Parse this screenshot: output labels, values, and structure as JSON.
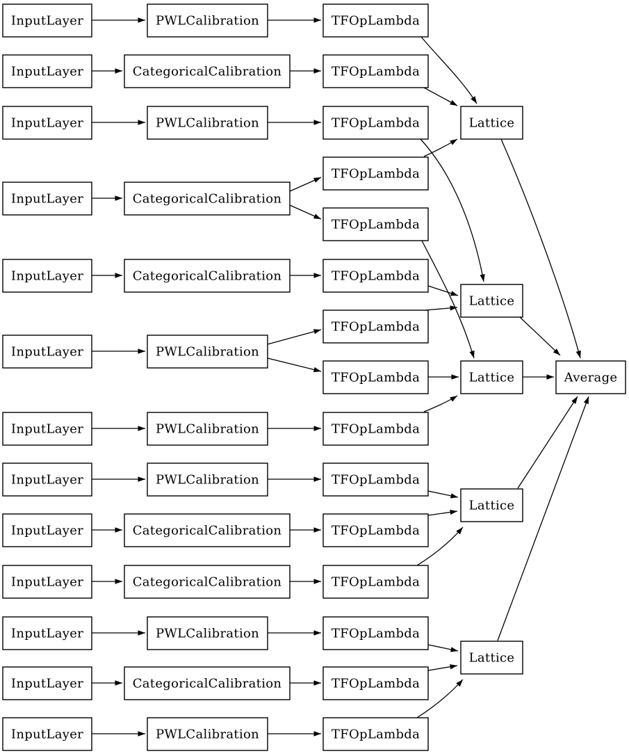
{
  "diagram": {
    "node_labels": {
      "input_layer": "InputLayer",
      "pwl_calibration": "PWLCalibration",
      "categorical_calibration": "CategoricalCalibration",
      "tf_op_lambda": "TFOpLambda",
      "lattice": "Lattice",
      "average": "Average"
    },
    "colors": {
      "node_fill": "#ffffff",
      "node_stroke": "#000000",
      "edge_stroke": "#000000",
      "text": "#000000",
      "background": "#ffffff"
    },
    "nodes": [
      {
        "id": "i1",
        "type": "input_layer"
      },
      {
        "id": "i2",
        "type": "input_layer"
      },
      {
        "id": "i3",
        "type": "input_layer"
      },
      {
        "id": "i4",
        "type": "input_layer"
      },
      {
        "id": "i5",
        "type": "input_layer"
      },
      {
        "id": "i6",
        "type": "input_layer"
      },
      {
        "id": "i7",
        "type": "input_layer"
      },
      {
        "id": "i8",
        "type": "input_layer"
      },
      {
        "id": "i9",
        "type": "input_layer"
      },
      {
        "id": "i10",
        "type": "input_layer"
      },
      {
        "id": "i11",
        "type": "input_layer"
      },
      {
        "id": "i12",
        "type": "input_layer"
      },
      {
        "id": "i13",
        "type": "input_layer"
      },
      {
        "id": "c1",
        "type": "pwl_calibration"
      },
      {
        "id": "c2",
        "type": "categorical_calibration"
      },
      {
        "id": "c3",
        "type": "pwl_calibration"
      },
      {
        "id": "c4",
        "type": "categorical_calibration"
      },
      {
        "id": "c5",
        "type": "categorical_calibration"
      },
      {
        "id": "c6",
        "type": "pwl_calibration"
      },
      {
        "id": "c7",
        "type": "pwl_calibration"
      },
      {
        "id": "c8",
        "type": "pwl_calibration"
      },
      {
        "id": "c9",
        "type": "categorical_calibration"
      },
      {
        "id": "c10",
        "type": "categorical_calibration"
      },
      {
        "id": "c11",
        "type": "pwl_calibration"
      },
      {
        "id": "c12",
        "type": "categorical_calibration"
      },
      {
        "id": "c13",
        "type": "pwl_calibration"
      },
      {
        "id": "t1",
        "type": "tf_op_lambda"
      },
      {
        "id": "t2",
        "type": "tf_op_lambda"
      },
      {
        "id": "t3",
        "type": "tf_op_lambda"
      },
      {
        "id": "t4",
        "type": "tf_op_lambda"
      },
      {
        "id": "t5",
        "type": "tf_op_lambda"
      },
      {
        "id": "t6",
        "type": "tf_op_lambda"
      },
      {
        "id": "t7",
        "type": "tf_op_lambda"
      },
      {
        "id": "t8",
        "type": "tf_op_lambda"
      },
      {
        "id": "t9",
        "type": "tf_op_lambda"
      },
      {
        "id": "t10",
        "type": "tf_op_lambda"
      },
      {
        "id": "t11",
        "type": "tf_op_lambda"
      },
      {
        "id": "t12",
        "type": "tf_op_lambda"
      },
      {
        "id": "t13",
        "type": "tf_op_lambda"
      },
      {
        "id": "t14",
        "type": "tf_op_lambda"
      },
      {
        "id": "t15",
        "type": "tf_op_lambda"
      },
      {
        "id": "l1",
        "type": "lattice"
      },
      {
        "id": "l2",
        "type": "lattice"
      },
      {
        "id": "l3",
        "type": "lattice"
      },
      {
        "id": "l4",
        "type": "lattice"
      },
      {
        "id": "l5",
        "type": "lattice"
      },
      {
        "id": "a1",
        "type": "average"
      }
    ],
    "edges": [
      [
        "i1",
        "c1"
      ],
      [
        "i2",
        "c2"
      ],
      [
        "i3",
        "c3"
      ],
      [
        "i4",
        "c4"
      ],
      [
        "i5",
        "c5"
      ],
      [
        "i6",
        "c6"
      ],
      [
        "i7",
        "c7"
      ],
      [
        "i8",
        "c8"
      ],
      [
        "i9",
        "c9"
      ],
      [
        "i10",
        "c10"
      ],
      [
        "i11",
        "c11"
      ],
      [
        "i12",
        "c12"
      ],
      [
        "i13",
        "c13"
      ],
      [
        "c1",
        "t1"
      ],
      [
        "c2",
        "t2"
      ],
      [
        "c3",
        "t3"
      ],
      [
        "c4",
        "t4"
      ],
      [
        "c4",
        "t5"
      ],
      [
        "c5",
        "t6"
      ],
      [
        "c6",
        "t7"
      ],
      [
        "c6",
        "t8"
      ],
      [
        "c7",
        "t9"
      ],
      [
        "c8",
        "t10"
      ],
      [
        "c9",
        "t11"
      ],
      [
        "c10",
        "t12"
      ],
      [
        "c11",
        "t13"
      ],
      [
        "c12",
        "t14"
      ],
      [
        "c13",
        "t15"
      ],
      [
        "t1",
        "l1"
      ],
      [
        "t2",
        "l1"
      ],
      [
        "t4",
        "l1"
      ],
      [
        "t3",
        "l2"
      ],
      [
        "t6",
        "l2"
      ],
      [
        "t7",
        "l2"
      ],
      [
        "t5",
        "l3"
      ],
      [
        "t8",
        "l3"
      ],
      [
        "t9",
        "l3"
      ],
      [
        "t10",
        "l4"
      ],
      [
        "t11",
        "l4"
      ],
      [
        "t12",
        "l4"
      ],
      [
        "t13",
        "l5"
      ],
      [
        "t14",
        "l5"
      ],
      [
        "t15",
        "l5"
      ],
      [
        "l1",
        "a1"
      ],
      [
        "l2",
        "a1"
      ],
      [
        "l3",
        "a1"
      ],
      [
        "l4",
        "a1"
      ],
      [
        "l5",
        "a1"
      ]
    ]
  }
}
